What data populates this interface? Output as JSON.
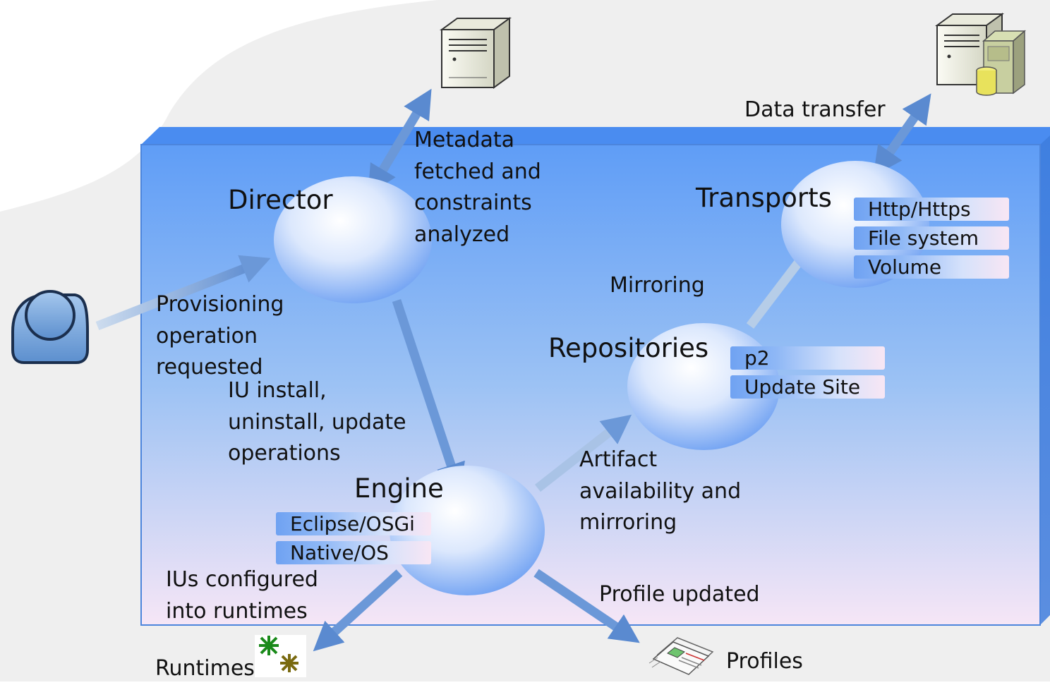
{
  "components": {
    "director": "Director",
    "transports": "Transports",
    "repositories": "Repositories",
    "engine": "Engine"
  },
  "transport_tags": [
    "Http/Https",
    "File system",
    "Volume"
  ],
  "repository_tags": [
    "p2",
    "Update Site"
  ],
  "engine_tags": [
    "Eclipse/OSGi",
    "Native/OS"
  ],
  "annotations": {
    "metadata": "Metadata\nfetched and\nconstraints\nanalyzed",
    "data_transfer": "Data transfer",
    "mirroring": "Mirroring",
    "provisioning": "Provisioning\noperation\nrequested",
    "iu_ops": "IU install,\nuninstall, update\noperations",
    "artifact": "Artifact\navailability and\nmirroring",
    "ius_configured": "IUs configured\ninto runtimes",
    "profile_updated": "Profile updated"
  },
  "endpoints": {
    "runtimes": "Runtimes",
    "profiles": "Profiles"
  },
  "colors": {
    "box_top": "#5f9df6",
    "box_bottom": "#f6e6f6",
    "box_edge": "#4c85dc",
    "arrow": "#5a8ad0",
    "arrow_light": "#c6d8ec",
    "node_center": "#ffffff",
    "node_edge": "#78a8f6"
  }
}
